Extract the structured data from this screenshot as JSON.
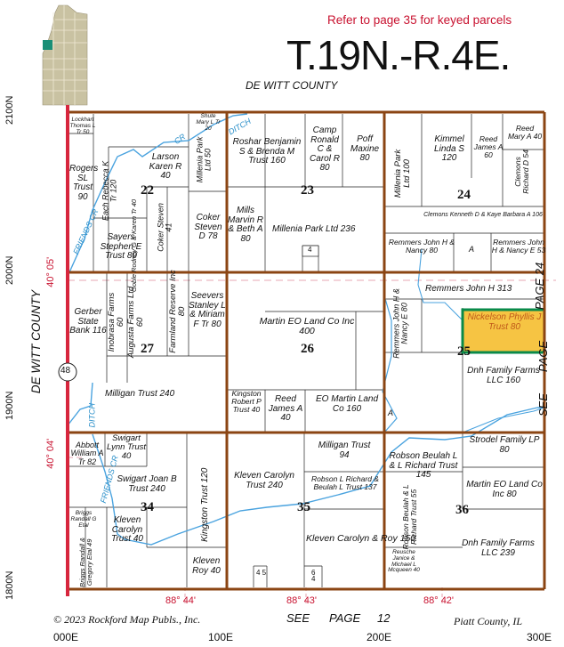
{
  "header": {
    "ref_note": "Refer to page 35 for keyed parcels",
    "township": "T.19N.-R.4E."
  },
  "county_top": "DE WITT COUNTY",
  "county_left": "DE WITT COUNTY",
  "edge_north": {
    "see_page": "SEE",
    "page_label": "PAGE 24",
    "page_prefix": "PAGE",
    "page_num": "24"
  },
  "edge_south": {
    "see": "SEE",
    "page": "PAGE",
    "num": "12"
  },
  "lat_labels": [
    "40° 05'",
    "40° 04'"
  ],
  "lon_labels": [
    "88° 44'",
    "88° 43'",
    "88° 42'"
  ],
  "northing": [
    "2100N",
    "2000N",
    "1900N",
    "1800N"
  ],
  "easting": [
    "000E",
    "100E",
    "200E",
    "300E"
  ],
  "route": "48",
  "copyright": "© 2023 Rockford Map Publs., Inc.",
  "county_footer": "Piatt County, IL",
  "see_page_right": "SEE PAGE 24",
  "streams": {
    "friends_cr_1": "FRIENDS CR",
    "friends_cr_2": "CR",
    "friends_cr_3": "FRIENDS CR",
    "ditch_1": "DITCH",
    "ditch_2": "DITCH"
  },
  "sections": [
    "22",
    "23",
    "24",
    "27",
    "26",
    "25",
    "34",
    "35",
    "36"
  ],
  "parcels": {
    "lockhart": "Lockhart Thomas L Tr 50",
    "rogers": "Rogers SL Trust 90",
    "each": "Each Rebecca K Tr 120",
    "larson": "Larson Karen R 40",
    "millenia50": "Millenia Park Ltd 50",
    "shute": "Shute Mary L Tr 20",
    "roshar": "Roshar Benjamin S & Brenda M Trust 160",
    "camp": "Camp Ronald C & Carol R 80",
    "poff": "Poff Maxine 80",
    "millenia100": "Millenia Park Ltd 100",
    "kimmel": "Kimmel Linda S 120",
    "reedJ": "Reed James A 60",
    "reedM": "Reed Mary A 40",
    "clemons": "Clemons Richard D 54",
    "clemonsK": "Clemons Kenneth D & Kaye Barbara A 106",
    "goble": "Goble Rodney G & Karen Tr 40",
    "coker41": "Coker Steven 41",
    "coker78": "Coker Steven D 78",
    "mills": "Mills Marvin R & Beth A 80",
    "millenia236": "Millenia Park Ltd 236",
    "remmers1": "Remmers John H & Nancy 80",
    "remmers2": "Remmers John H & Nancy E 53",
    "sayers": "Sayers Stephen E Trust 80",
    "gerber": "Gerber State Bank 116",
    "inobrasa": "Inobrasa Farms 60",
    "augusta": "Augusta Farms Ltd 60",
    "farmland": "Farmland Reserve Inc 80",
    "seevers": "Seevers Stanley L & Miriam F Tr 80",
    "martinEO400": "Martin EO Land Co Inc 400",
    "remmers313": "Remmers John H 313",
    "remmersNancyE": "Remmers John H & Nancy E 80",
    "nickelson": "Nickelson Phyllis J Trust 80",
    "milligan240": "Milligan Trust 240",
    "kingston40": "Kingston Robert P Trust 40",
    "reed40": "Reed James A 40",
    "eomartin160": "EO Martin Land Co 160",
    "dnh160": "Dnh Family Farms LLC 160",
    "abbott": "Abbott William A Tr 82",
    "swigartLynn": "Swigart Lynn Trust 40",
    "swigartJoan": "Swigart Joan B Trust 240",
    "milligan94": "Milligan Trust 94",
    "robson145": "Robson Beulah L & L Richard Trust 145",
    "strodel": "Strodel Family LP 80",
    "martinEO80": "Martin EO Land Co Inc 80",
    "kleven240": "Kleven Carolyn Trust 240",
    "robson137": "Robson L Richard & Beulah L Trust 137",
    "robson55": "Robson Beulah & L Richard Trust 55",
    "klevenTrust40": "Kleven Carolyn Trust 40",
    "kingston120": "Kingston Trust 120",
    "klevenRoy150": "Kleven Carolyn & Roy 150",
    "dnh239": "Dnh Family Farms LLC 239",
    "briggsRandall": "Briggs Randall G Etal",
    "briggsGregory": "Briggs Randall & Gregory Etal 49",
    "kleven40": "Kleven Roy 40",
    "reusche": "Reusche Janice & Michael L Mcqueen 40"
  },
  "colors": {
    "road": "#8b4513",
    "boundary": "#d7263d",
    "stream": "#4aa3df",
    "highlight": "#f6c443",
    "highlight_border": "#0a8a4a"
  }
}
